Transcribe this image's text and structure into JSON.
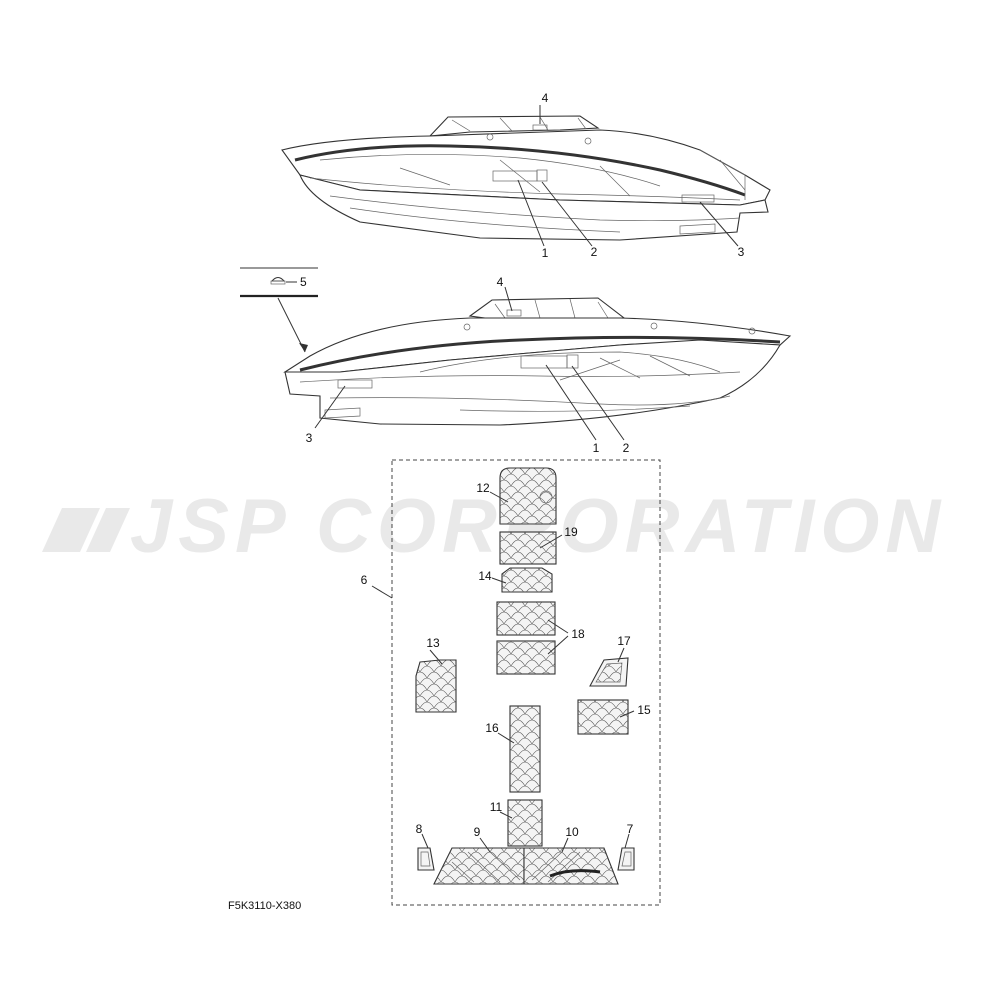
{
  "watermark": {
    "text": "JSP CORPORATION"
  },
  "drawing_code": "F5K3110-X380",
  "callouts": {
    "top_boat": {
      "c1": "1",
      "c2": "2",
      "c3": "3",
      "c4": "4"
    },
    "detail": {
      "c5": "5"
    },
    "lower_boat": {
      "c1": "1",
      "c2": "2",
      "c3": "3",
      "c4": "4"
    },
    "mat_kit": "6",
    "mats": {
      "c7": "7",
      "c8": "8",
      "c9": "9",
      "c10": "10",
      "c11": "11",
      "c12": "12",
      "c13": "13",
      "c14": "14",
      "c15": "15",
      "c16": "16",
      "c17": "17",
      "c18": "18",
      "c19": "19"
    }
  },
  "colors": {
    "line": "#333333",
    "watermark": "#e9e9e9"
  }
}
